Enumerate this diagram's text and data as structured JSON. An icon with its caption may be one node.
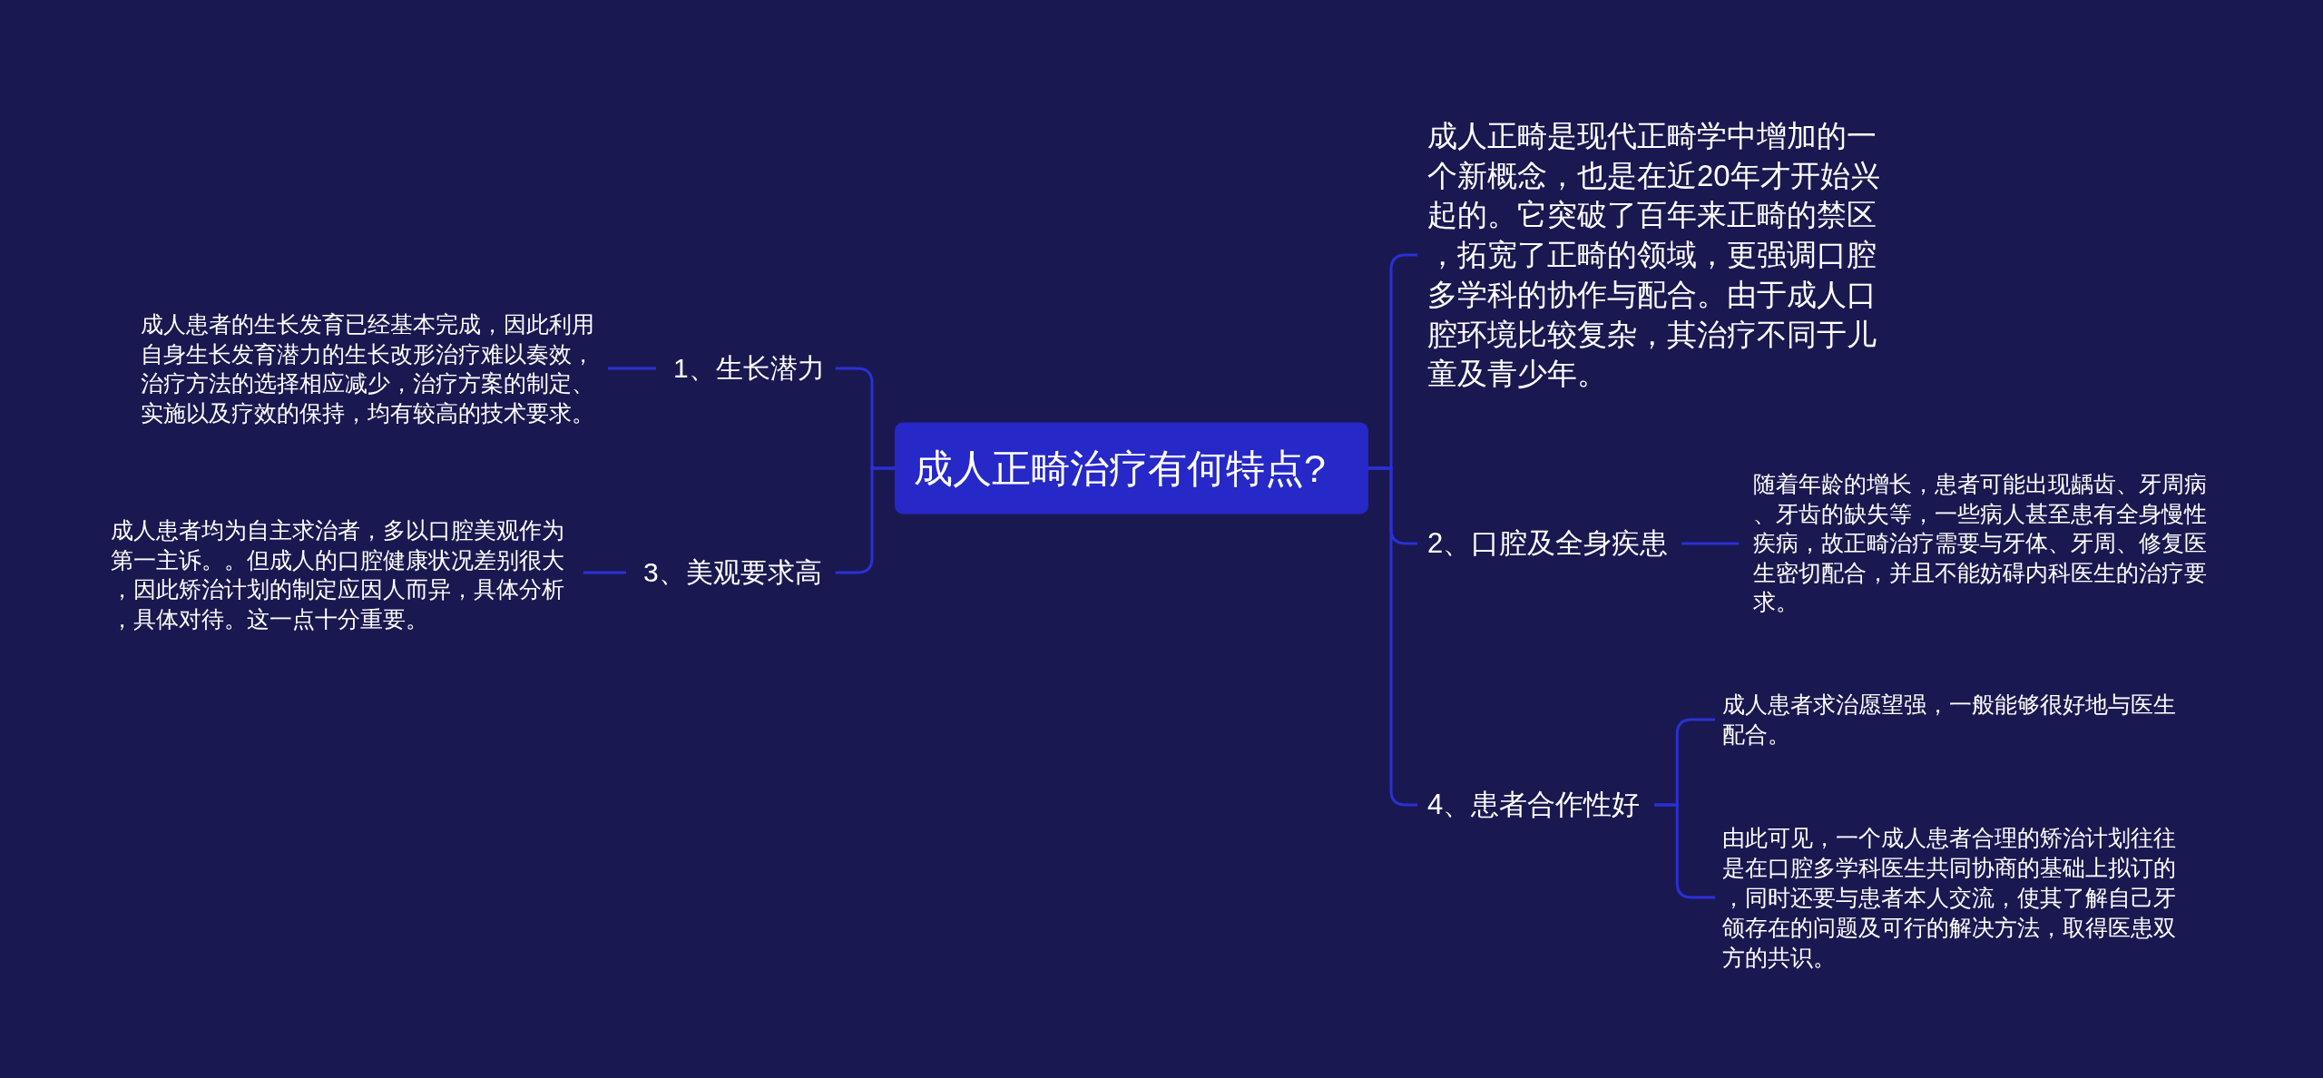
{
  "diagram": {
    "nodes": [
      {
        "text": [
          "成人正畸治疗有何特点?"
        ]
      },
      {
        "text": [
          "1、生长潜力"
        ]
      },
      {
        "text": [
          "成人患者的生长发育已经基本完成，因此利用自身生长发育潜力的生长改形治疗难以奏效，治疗方法的选择相应减少，治疗方案的制定、实施以及疗效的保持，均有较高的技术要求。"
        ]
      },
      {
        "text": [
          "3、美观要求高"
        ]
      },
      {
        "text": [
          "成人患者均为自主求治者，多以口腔美观作为第一主诉。。但成人的口腔健康状况差别很大，因此矫治计划的制定应因人而异，具体分析，具体对待。这一点十分重要。"
        ]
      },
      {
        "text": [
          "成人正畸是现代正畸学中增加的一个新概念，也是在近20年才开始兴起的。它突破了百年来正畸的禁区，拓宽了正畸的领域，更强调口腔多学科的协作与配合。由于成人口腔环境比较复杂，其治疗不同于儿童及青少年。"
        ]
      },
      {
        "text": [
          "2、口腔及全身疾患"
        ]
      },
      {
        "text": [
          "随着年龄的增长，患者可能出现龋齿、牙周病、牙齿的缺失等，一些病人甚至患有全身慢性疾病，故正畸治疗需要与牙体、牙周、修复医生密切配合，并且不能妨碍内科医生的治疗要求。"
        ]
      },
      {
        "text": [
          "4、患者合作性好"
        ]
      },
      {
        "text": [
          "成人患者求治愿望强，一般能够很好地与医生配合。"
        ]
      },
      {
        "text": [
          "由此可见，一个成人患者合理的矫治计划往往是在口腔多学科医生共同协商的基础上拟订的，同时还要与患者本人交流，使其了解自己牙颌存在的问题及可行的解决方法，取得医患双方的共识。"
        ]
      }
    ],
    "edges": [
      {
        "from": 0,
        "to": 1,
        "arrow": "none"
      },
      {
        "from": 1,
        "to": 2,
        "arrow": "none"
      },
      {
        "from": 0,
        "to": 3,
        "arrow": "none"
      },
      {
        "from": 3,
        "to": 4,
        "arrow": "none"
      },
      {
        "from": 0,
        "to": 5,
        "arrow": "none"
      },
      {
        "from": 0,
        "to": 6,
        "arrow": "none"
      },
      {
        "from": 6,
        "to": 7,
        "arrow": "none"
      },
      {
        "from": 0,
        "to": 8,
        "arrow": "none"
      },
      {
        "from": 8,
        "to": 9,
        "arrow": "none"
      },
      {
        "from": 8,
        "to": 10,
        "arrow": "none"
      }
    ]
  }
}
